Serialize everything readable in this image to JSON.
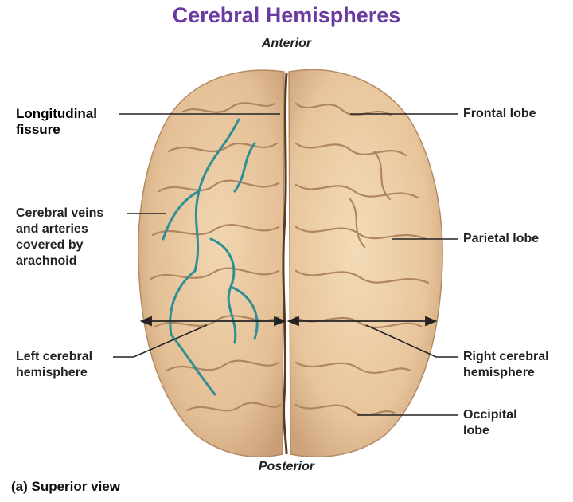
{
  "title": "Cerebral Hemispheres",
  "colors": {
    "title": "#6a3aa0",
    "cortex": "#e9c9a0",
    "cortex_shade": "#c9a27a",
    "sulcus": "#b08662",
    "vein": "#2f8f94",
    "leader": "#222222"
  },
  "orientation": {
    "anterior": "Anterior",
    "posterior": "Posterior"
  },
  "labels": {
    "longitudinal_fissure": "Longitudinal\nfissure",
    "cerebral_veins": "Cerebral veins\nand arteries\ncovered by\narachnoid",
    "left_hemisphere": "Left cerebral\nhemisphere",
    "frontal_lobe": "Frontal lobe",
    "parietal_lobe": "Parietal lobe",
    "right_hemisphere": "Right cerebral\nhemisphere",
    "occipital_lobe": "Occipital\nlobe"
  },
  "caption": "(a) Superior view"
}
